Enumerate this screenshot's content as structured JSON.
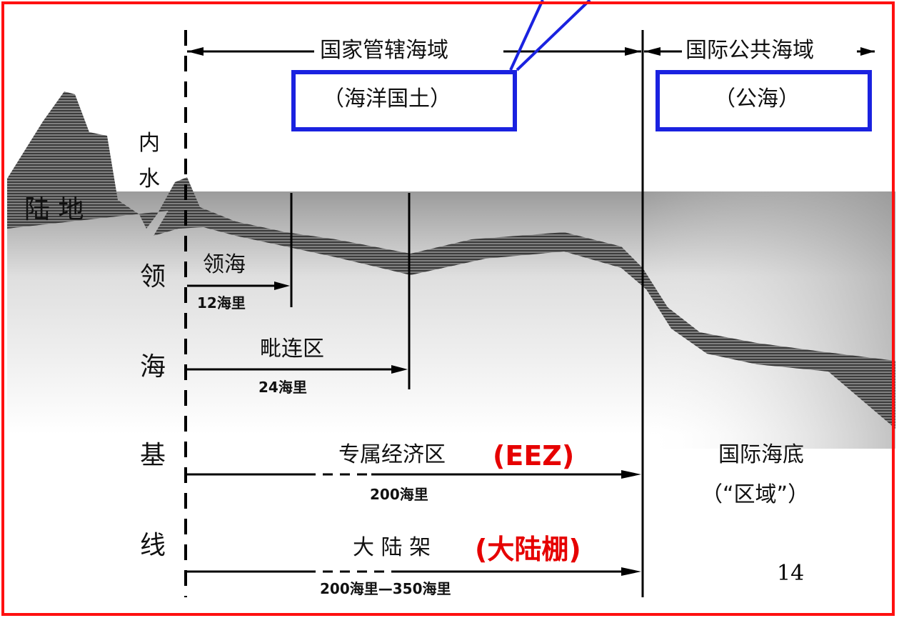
{
  "diagram": {
    "top_left": "国家管辖海域",
    "top_left_sub": "（海洋国土）",
    "top_right": "国际公共海域",
    "top_right_sub": "（公海）",
    "inland_water": [
      "内",
      "水"
    ],
    "land": "陆  地",
    "baseline_chars": [
      "领",
      "海",
      "基",
      "线"
    ],
    "territorial_sea": "领海",
    "territorial_sea_dist": "12海里",
    "contiguous_zone": "毗连区",
    "contiguous_zone_dist": "24海里",
    "eez": "专属经济区",
    "eez_en": "(EEZ)",
    "eez_dist": "200海里",
    "continental_shelf": "大 陆 架",
    "continental_shelf_cn": "(大陆棚)",
    "continental_shelf_dist": "200海里—350海里",
    "seabed": "国际海底",
    "seabed_area": "（“区域”）",
    "page_number": "14"
  },
  "colors": {
    "frame": "#ff1010",
    "highlight_box": "#1a22e0",
    "red_text": "#e60000"
  }
}
